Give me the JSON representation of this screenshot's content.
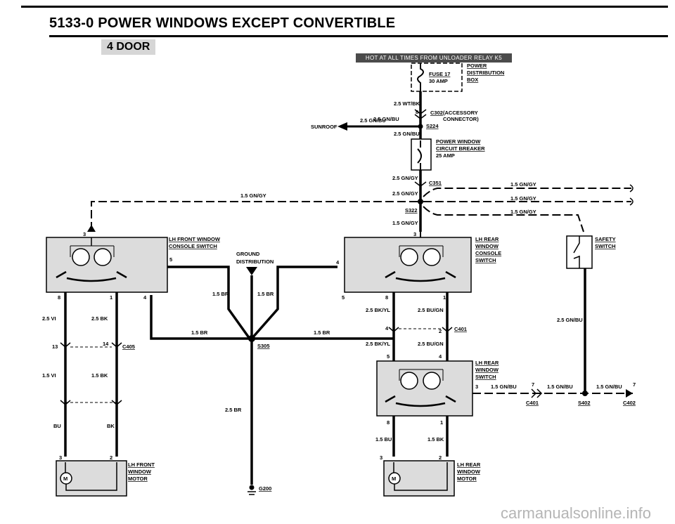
{
  "header": {
    "title": "5133-0  POWER WINDOWS  EXCEPT CONVERTIBLE",
    "door_badge": "4 DOOR"
  },
  "banner": "HOT AT ALL TIMES FROM UNLOADER RELAY K5",
  "top": {
    "fuse": "FUSE 17",
    "fuse_amp": "30 AMP",
    "dist_box": [
      "POWER",
      "DISTRIBUTION",
      "BOX"
    ],
    "wire_wtbk": "2.5 WT/BK",
    "conn_num": "8",
    "c302": "C302",
    "c302_desc": [
      "(ACCESSORY",
      "CONNECTOR)"
    ],
    "wire_sunroof": "2.5 GN/BU",
    "wire_gnbu_mid": "2.5 GN/BU",
    "s224": "S224",
    "sunroof": "SUNROOF",
    "wire_gnbu_lower": "2.5 GN/BU",
    "breaker": [
      "POWER WINDOW",
      "CIRCUIT BREAKER"
    ],
    "breaker_amp": "25 AMP",
    "wire_gngy_1": "2.5 GN/GY",
    "c351": "C351",
    "wire_gngy_2": "2.5 GN/GY",
    "s322": "S322",
    "wire_gngy_3": "1.5 GN/GY",
    "right_wires": [
      "1.5 GN/GY",
      "1.5 GN/GY",
      "1.5 GN/GY"
    ],
    "left_wire": "1.5 GN/GY"
  },
  "left_switch": {
    "label": [
      "LH FRONT WINDOW",
      "CONSOLE SWITCH"
    ],
    "pin_top": "3",
    "pin_right": "5",
    "pins_bottom": [
      "8",
      "1",
      "4"
    ]
  },
  "ground": {
    "label": [
      "GROUND",
      "DISTRIBUTION"
    ],
    "wires": [
      "1.5 BR",
      "1.5 BR",
      "1.5 BR",
      "1.5 BR",
      "2.5 BR"
    ],
    "s305": "S305",
    "g200": "G200"
  },
  "left_lower": {
    "wires_top": [
      "2.5 VI",
      "2.5 BK"
    ],
    "pins": [
      "13",
      "14"
    ],
    "c405": "C405",
    "wires_mid": [
      "1.5 VI",
      "1.5 BK"
    ],
    "wires_bottom": [
      "BU",
      "BK"
    ],
    "motor_pins": [
      "3",
      "2"
    ],
    "motor_label": [
      "LH FRONT",
      "WINDOW",
      "MOTOR"
    ],
    "motor_symbol": "M"
  },
  "rear_console": {
    "label": [
      "LH REAR",
      "WINDOW",
      "CONSOLE",
      "SWITCH"
    ],
    "pin_top": "3",
    "pin_left": "4",
    "pins_bottom": [
      "5",
      "8",
      "1"
    ],
    "wires": [
      "2.5 BK/YL",
      "2.5 BU/GN"
    ],
    "pins_c401": [
      "4",
      "2"
    ],
    "c401": "C401",
    "wires_lower": [
      "2.5 BK/YL",
      "2.5 BU/GN"
    ],
    "pins_lower": [
      "5",
      "4"
    ]
  },
  "safety": {
    "label": [
      "SAFETY",
      "SWITCH"
    ],
    "wire": "2.5 GN/BU"
  },
  "rear_switch": {
    "label": [
      "LH REAR",
      "WINDOW",
      "SWITCH"
    ],
    "pin_right": "3",
    "pins_bottom": [
      "8",
      "1"
    ],
    "wires_bottom": [
      "1.5 BU",
      "1.5 BK"
    ],
    "wires_right": [
      "1.5 GN/BU",
      "1.5 GN/BU",
      "1.5 GN/BU"
    ],
    "pins_right": [
      "7",
      "7"
    ],
    "connectors": [
      "C401",
      "S402",
      "C402"
    ]
  },
  "rear_motor": {
    "pins": [
      "3",
      "2"
    ],
    "label": [
      "LH REAR",
      "WINDOW",
      "MOTOR"
    ],
    "symbol": "M"
  },
  "watermark": "carmanualsonline.info"
}
